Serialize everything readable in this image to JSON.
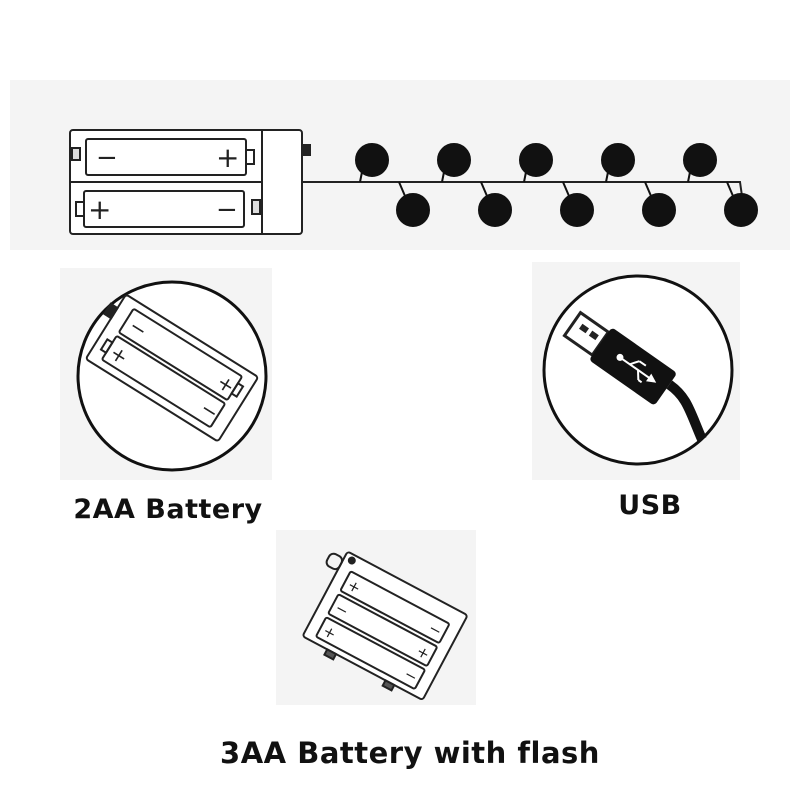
{
  "options": [
    {
      "id": "two-aa",
      "label": "2AA Battery",
      "icon": "battery-box-2aa-icon"
    },
    {
      "id": "usb",
      "label": "USB",
      "icon": "usb-plug-icon"
    },
    {
      "id": "three-aa",
      "label": "3AA Battery with flash",
      "icon": "battery-box-3aa-icon"
    }
  ],
  "string_light": {
    "bulb_count": 10,
    "icon": "led-string-light-icon"
  },
  "battery_symbols": {
    "plus": "+",
    "minus": "−"
  }
}
